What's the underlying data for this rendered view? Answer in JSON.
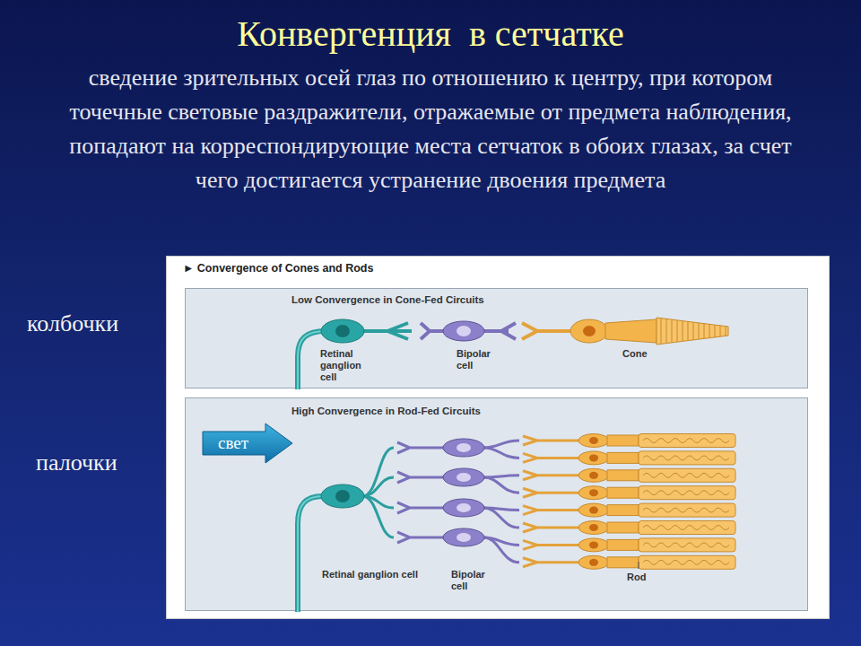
{
  "diagram": {
    "title": "Конвергенция  в сетчатке",
    "caption": "сведение зрительных осей глаз по отношению к центру, при котором точечные световые раздражители, отражаемые от предмета наблюдения, попадают на корреспондирующие места сетчаток в обоих глазах, за счет чего достигается устранение двоения предмета",
    "nodes": [
      {
        "text": [
          "► Convergence of Cones and Rods"
        ]
      },
      {
        "text": [
          "Low Convergence in Cone-Fed Circuits"
        ],
        "in": 0
      },
      {
        "text": [
          "High Convergence in Rod-Fed Circuits"
        ],
        "in": 0
      },
      {
        "text": [
          "свет"
        ],
        "in": 2
      }
    ],
    "labels": [
      "колбочки",
      "палочки",
      "Retinal ganglion cell",
      "Bipolar cell",
      "Cone",
      "Retinal ganglion cell",
      "Bipolar cell",
      "Rod"
    ]
  }
}
